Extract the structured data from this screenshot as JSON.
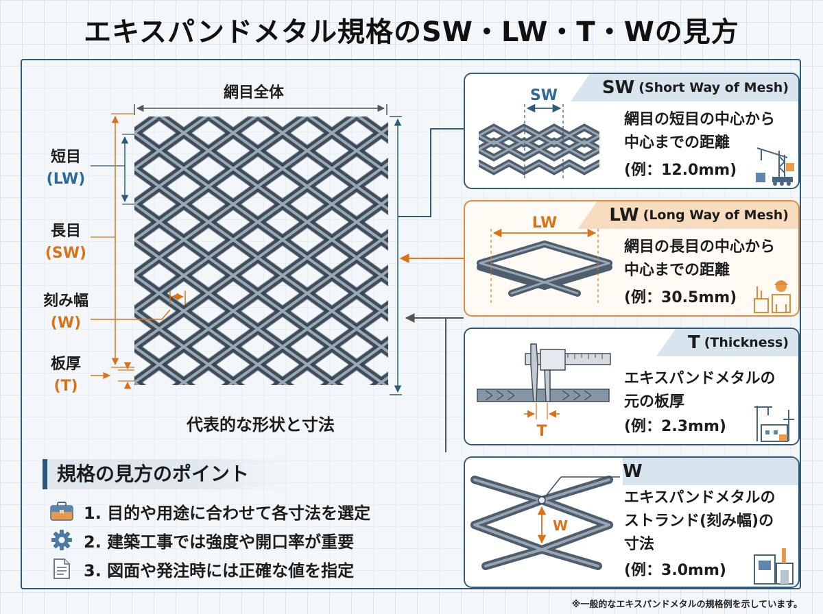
{
  "title": "エキスパンドメタル規格のSW・LW・T・Wの見方",
  "diagram": {
    "overall_label": "網目全体",
    "short_label": "短目",
    "short_abbr": "(LW)",
    "long_label": "長目",
    "long_abbr": "(SW)",
    "strand_label": "刻み幅",
    "strand_abbr": "(W)",
    "thick_label": "板厚",
    "thick_abbr": "(T)",
    "caption": "代表的な形状と寸法"
  },
  "points": {
    "heading": "規格の見方のポイント",
    "items": [
      {
        "text": "1. 目的や用途に合わせて各寸法を選定",
        "icon": "briefcase-icon"
      },
      {
        "text": "2. 建築工事では強度や開口率が重要",
        "icon": "gear-icon"
      },
      {
        "text": "3. 図面や発注時には正確な値を指定",
        "icon": "document-icon"
      }
    ]
  },
  "cards": [
    {
      "abbr": "SW",
      "full": "(Short Way of Mesh)",
      "diagram_label": "SW",
      "desc1": "網目の短目の中心から",
      "desc2": "中心までの距離",
      "example": "(例：12.0mm)",
      "icon": "crane-icon"
    },
    {
      "abbr": "LW",
      "full": "(Long Way of Mesh)",
      "diagram_label": "LW",
      "desc1": "網目の長目の中心から",
      "desc2": "中心までの距離",
      "example": "(例：30.5mm)",
      "icon": "worker-factory-icon"
    },
    {
      "abbr": "T",
      "full": "(Thickness)",
      "diagram_label": "T",
      "desc1": "エキスパンドメタルの",
      "desc2": "元の板厚",
      "example": "(例：2.3mm)",
      "icon": "factory-icon"
    },
    {
      "abbr": "W",
      "full": "",
      "diagram_label": "W",
      "desc1": "エキスパンドメタルの",
      "desc2": "ストランド(刻み幅)の",
      "desc3": "寸法",
      "example": "(例：3.0mm)",
      "icon": "building-icon"
    }
  ],
  "footnote": "※一般的なエキスパンドメタルの規格例を示しています。",
  "colors": {
    "navy": "#2f5a78",
    "blue_text": "#2d6a9b",
    "orange": "#d9731a",
    "metal": "#4f5e6d"
  }
}
